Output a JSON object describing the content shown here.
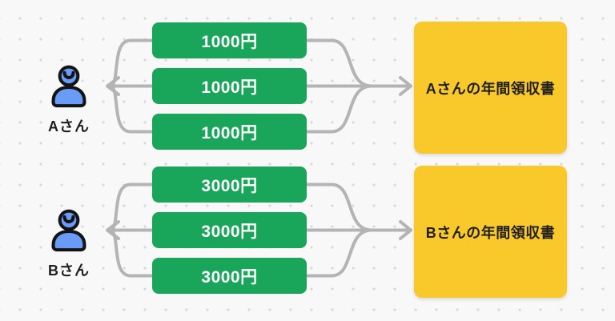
{
  "colors": {
    "bg": "#F8F8F8",
    "dot": "#D7D7DB",
    "green": "#19A65A",
    "green-text": "#FFFFFF",
    "yellow": "#F9C82B",
    "dark-text": "#1E1E1E",
    "connector": "#B4B4B4",
    "person-blue": "#699BF7",
    "outline": "#141414"
  },
  "groups": [
    {
      "person_label": "Aさん",
      "payments": [
        "1000円",
        "1000円",
        "1000円"
      ],
      "receipt_label": "Aさんの年間領収書"
    },
    {
      "person_label": "Bさん",
      "payments": [
        "3000円",
        "3000円",
        "3000円"
      ],
      "receipt_label": "Bさんの年間領収書"
    }
  ]
}
